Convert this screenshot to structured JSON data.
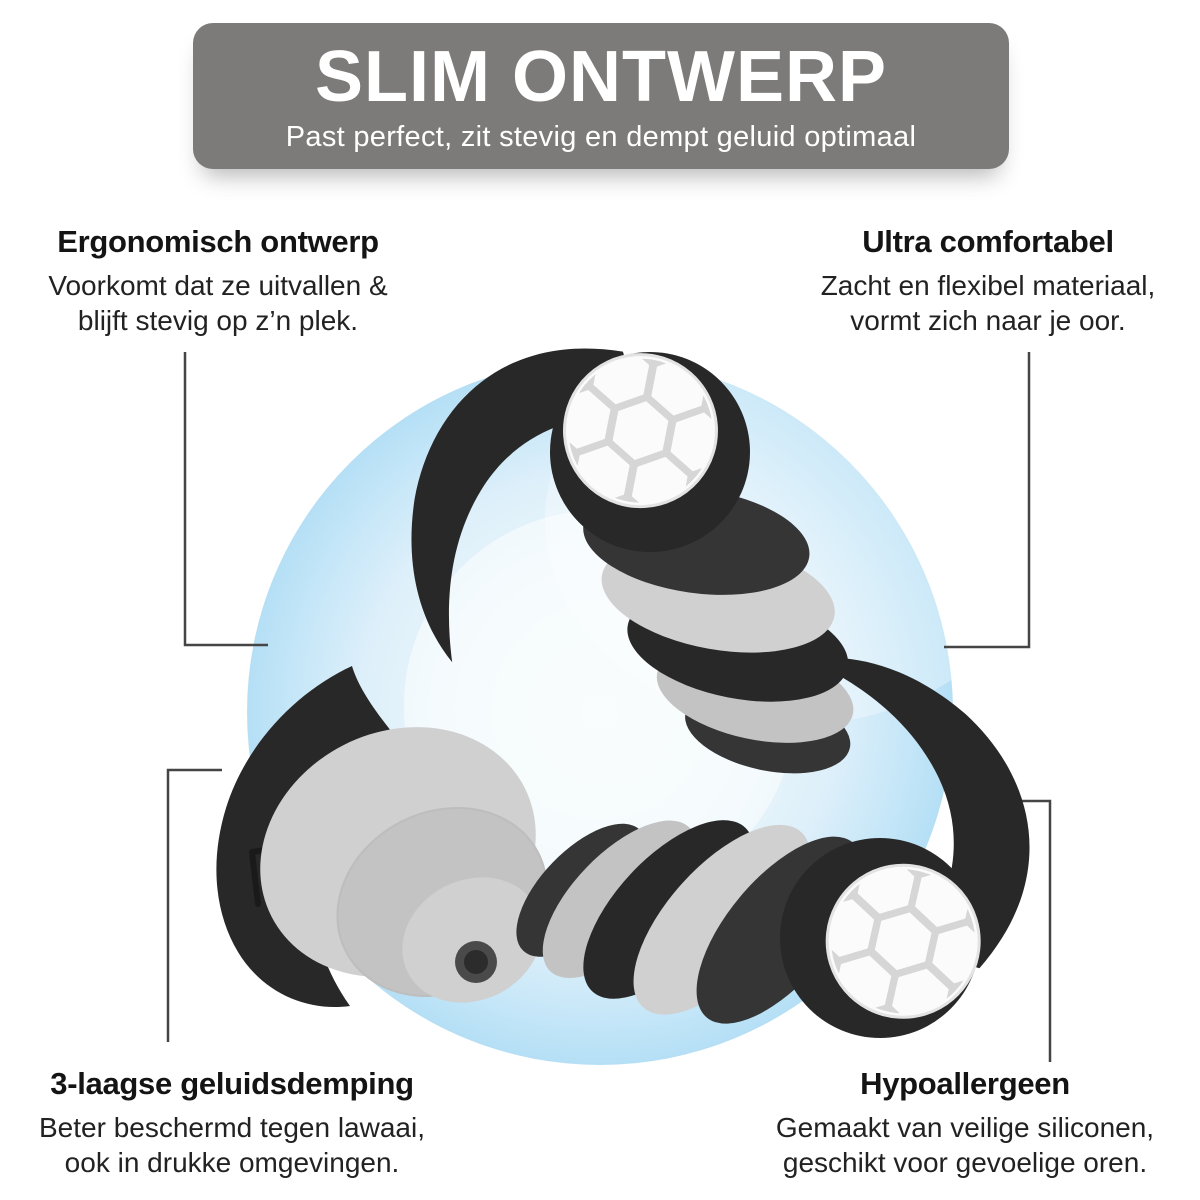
{
  "banner": {
    "title": "SLIM ONTWERP",
    "subtitle": "Past perfect, zit stevig en dempt geluid optimaal",
    "bg_color": "#7c7b79",
    "text_color": "#ffffff"
  },
  "features": {
    "top_left": {
      "title": "Ergonomisch ontwerp",
      "line1": "Voorkomt dat ze uitvallen &",
      "line2": "blijft stevig op z’n plek."
    },
    "top_right": {
      "title": "Ultra comfortabel",
      "line1": "Zacht en flexibel materiaal,",
      "line2": "vormt zich naar je oor."
    },
    "bottom_left": {
      "title": "3-laagse geluidsdemping",
      "line1": "Beter beschermd tegen lawaai,",
      "line2": "ook in drukke omgevingen."
    },
    "bottom_right": {
      "title": "Hypoallergeen",
      "line1": "Gemaakt van veilige siliconen,",
      "line2": "geschikt voor gevoelige oren."
    }
  },
  "product": {
    "subject": "3-laags siliconen oordoppen",
    "colors": {
      "circle_blue": "#b5dff5",
      "silicone_black": "#282828",
      "silicone_gray": "#c3c3c3",
      "cap_white": "#fbfbfb",
      "callout_line": "#454545",
      "heading_text": "#141414",
      "body_text": "#222222"
    }
  }
}
